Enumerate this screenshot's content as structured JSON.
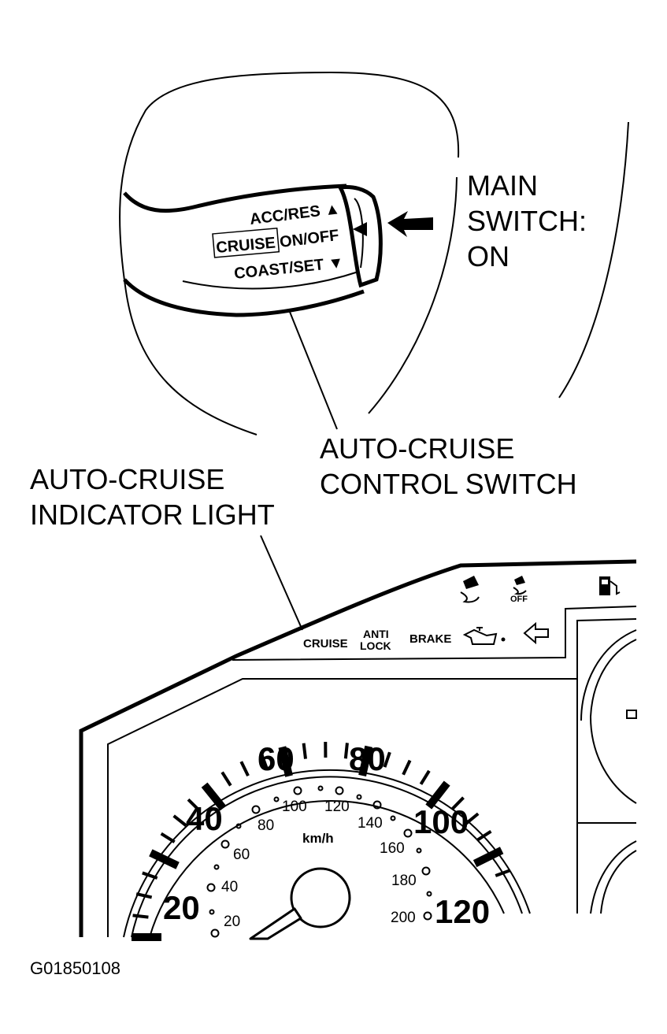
{
  "callouts": {
    "main_switch": [
      "MAIN",
      "SWITCH:",
      "ON"
    ],
    "control_switch": [
      "AUTO-CRUISE",
      "CONTROL SWITCH"
    ],
    "indicator_light": [
      "AUTO-CRUISE",
      "INDICATOR LIGHT"
    ]
  },
  "stalk": {
    "acc_res": "ACC/RES ▲",
    "cruise": "CRUISE",
    "on_off": "ON/OFF",
    "coast_set": "COAST/SET ▼"
  },
  "telltales": {
    "cruise": "CRUISE",
    "anti": "ANTI",
    "lock": "LOCK",
    "brake": "BRAKE",
    "off": "OFF"
  },
  "speedometer": {
    "mph_labels": [
      "20",
      "40",
      "60",
      "80",
      "100",
      "120"
    ],
    "kmh_labels": [
      "20",
      "40",
      "60",
      "80",
      "100",
      "120",
      "140",
      "160",
      "180",
      "200"
    ],
    "unit": "km/h"
  },
  "figure_id": "G01850108"
}
